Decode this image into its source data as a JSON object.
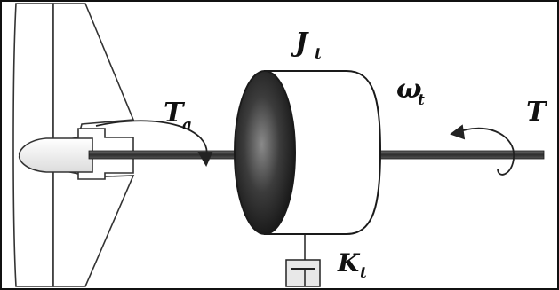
{
  "labels": {
    "inertia": {
      "main": "J",
      "sub": "t"
    },
    "aero_torque": {
      "main": "T",
      "sub": "a"
    },
    "speed": {
      "main": "ω",
      "sub": "t"
    },
    "shaft_torque": {
      "main": "T",
      "sub": ""
    },
    "damping": {
      "main": "K",
      "sub": "t"
    }
  },
  "colors": {
    "shaft": "#3a3a3a",
    "outline": "#1a1a1a",
    "disk_dark": "#2a2a2a",
    "background": "#ffffff"
  }
}
